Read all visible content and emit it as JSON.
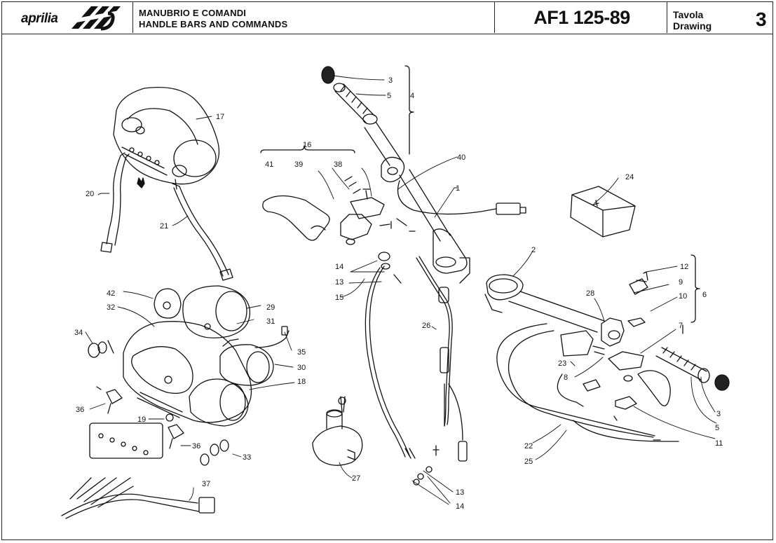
{
  "header": {
    "brand": "aprilia",
    "title_it": "MANUBRIO E COMANDI",
    "title_en": "HANDLE BARS AND COMMANDS",
    "model": "AF1 125-89",
    "tavola_label": "Tavola",
    "drawing_label": "Drawing",
    "sheet_number": "3"
  },
  "icons": {
    "logo": "aprilia-logo-icon"
  },
  "callouts": {
    "c3a": "3",
    "c5a": "5",
    "c4": "4",
    "c40": "40",
    "c1": "1",
    "c16": "16",
    "c41": "41",
    "c39": "39",
    "c38": "38",
    "c17": "17",
    "c20": "20",
    "c21": "21",
    "c24": "24",
    "c2": "2",
    "c12": "12",
    "c9": "9",
    "c10": "10",
    "c6": "6",
    "c28": "28",
    "c7": "7",
    "c14a": "14",
    "c13a": "13",
    "c15": "15",
    "c26": "26",
    "c23": "23",
    "c8": "8",
    "c3b": "3",
    "c5b": "5",
    "c11": "11",
    "c22": "22",
    "c25": "25",
    "c42": "42",
    "c32": "32",
    "c29": "29",
    "c31": "31",
    "c34": "34",
    "c35": "35",
    "c30": "30",
    "c18": "18",
    "c36a": "36",
    "c19": "19",
    "c36b": "36",
    "c33": "33",
    "c27": "27",
    "c37": "37",
    "c13b": "13",
    "c14b": "14"
  }
}
